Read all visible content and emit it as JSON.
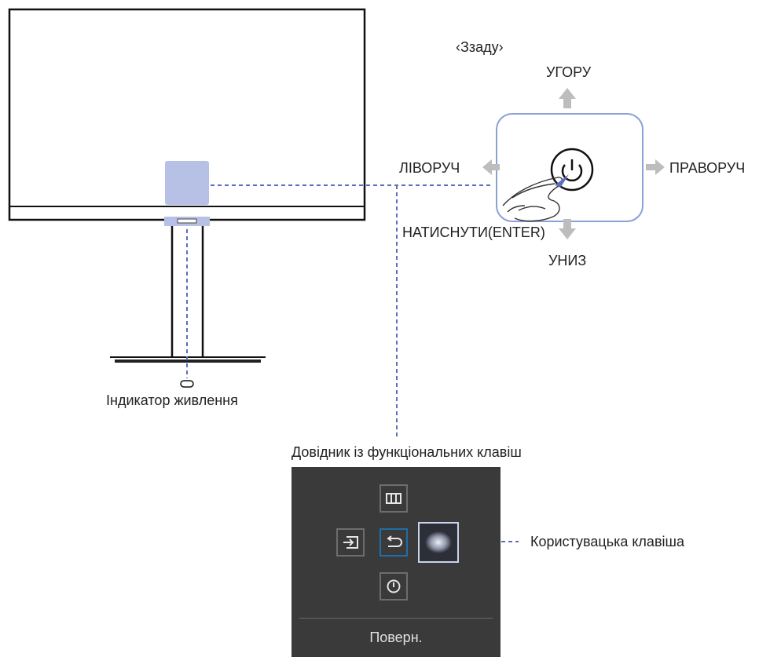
{
  "labels": {
    "rear": "‹Ззаду›",
    "up": "УГОРУ",
    "left": "ЛІВОРУЧ",
    "right": "ПРАВОРУЧ",
    "press": "НАТИСНУТИ(ENTER)",
    "down": "УНИЗ",
    "power_indicator": "Індикатор живлення",
    "function_key_guide": "Довідник із функціональних клавіш",
    "custom_key": "Користувацька клавіша",
    "back": "Поверн."
  },
  "colors": {
    "accent_blue": "#5b6fbd",
    "arrow_gray": "#bdbdbd",
    "panel_bg": "#3a3a3a",
    "highlight": "#b7c1e6"
  },
  "icons": [
    "power-icon",
    "menu-grid-icon",
    "source-icon",
    "return-icon",
    "power-off-icon",
    "custom-key-icon",
    "finger-icon"
  ]
}
